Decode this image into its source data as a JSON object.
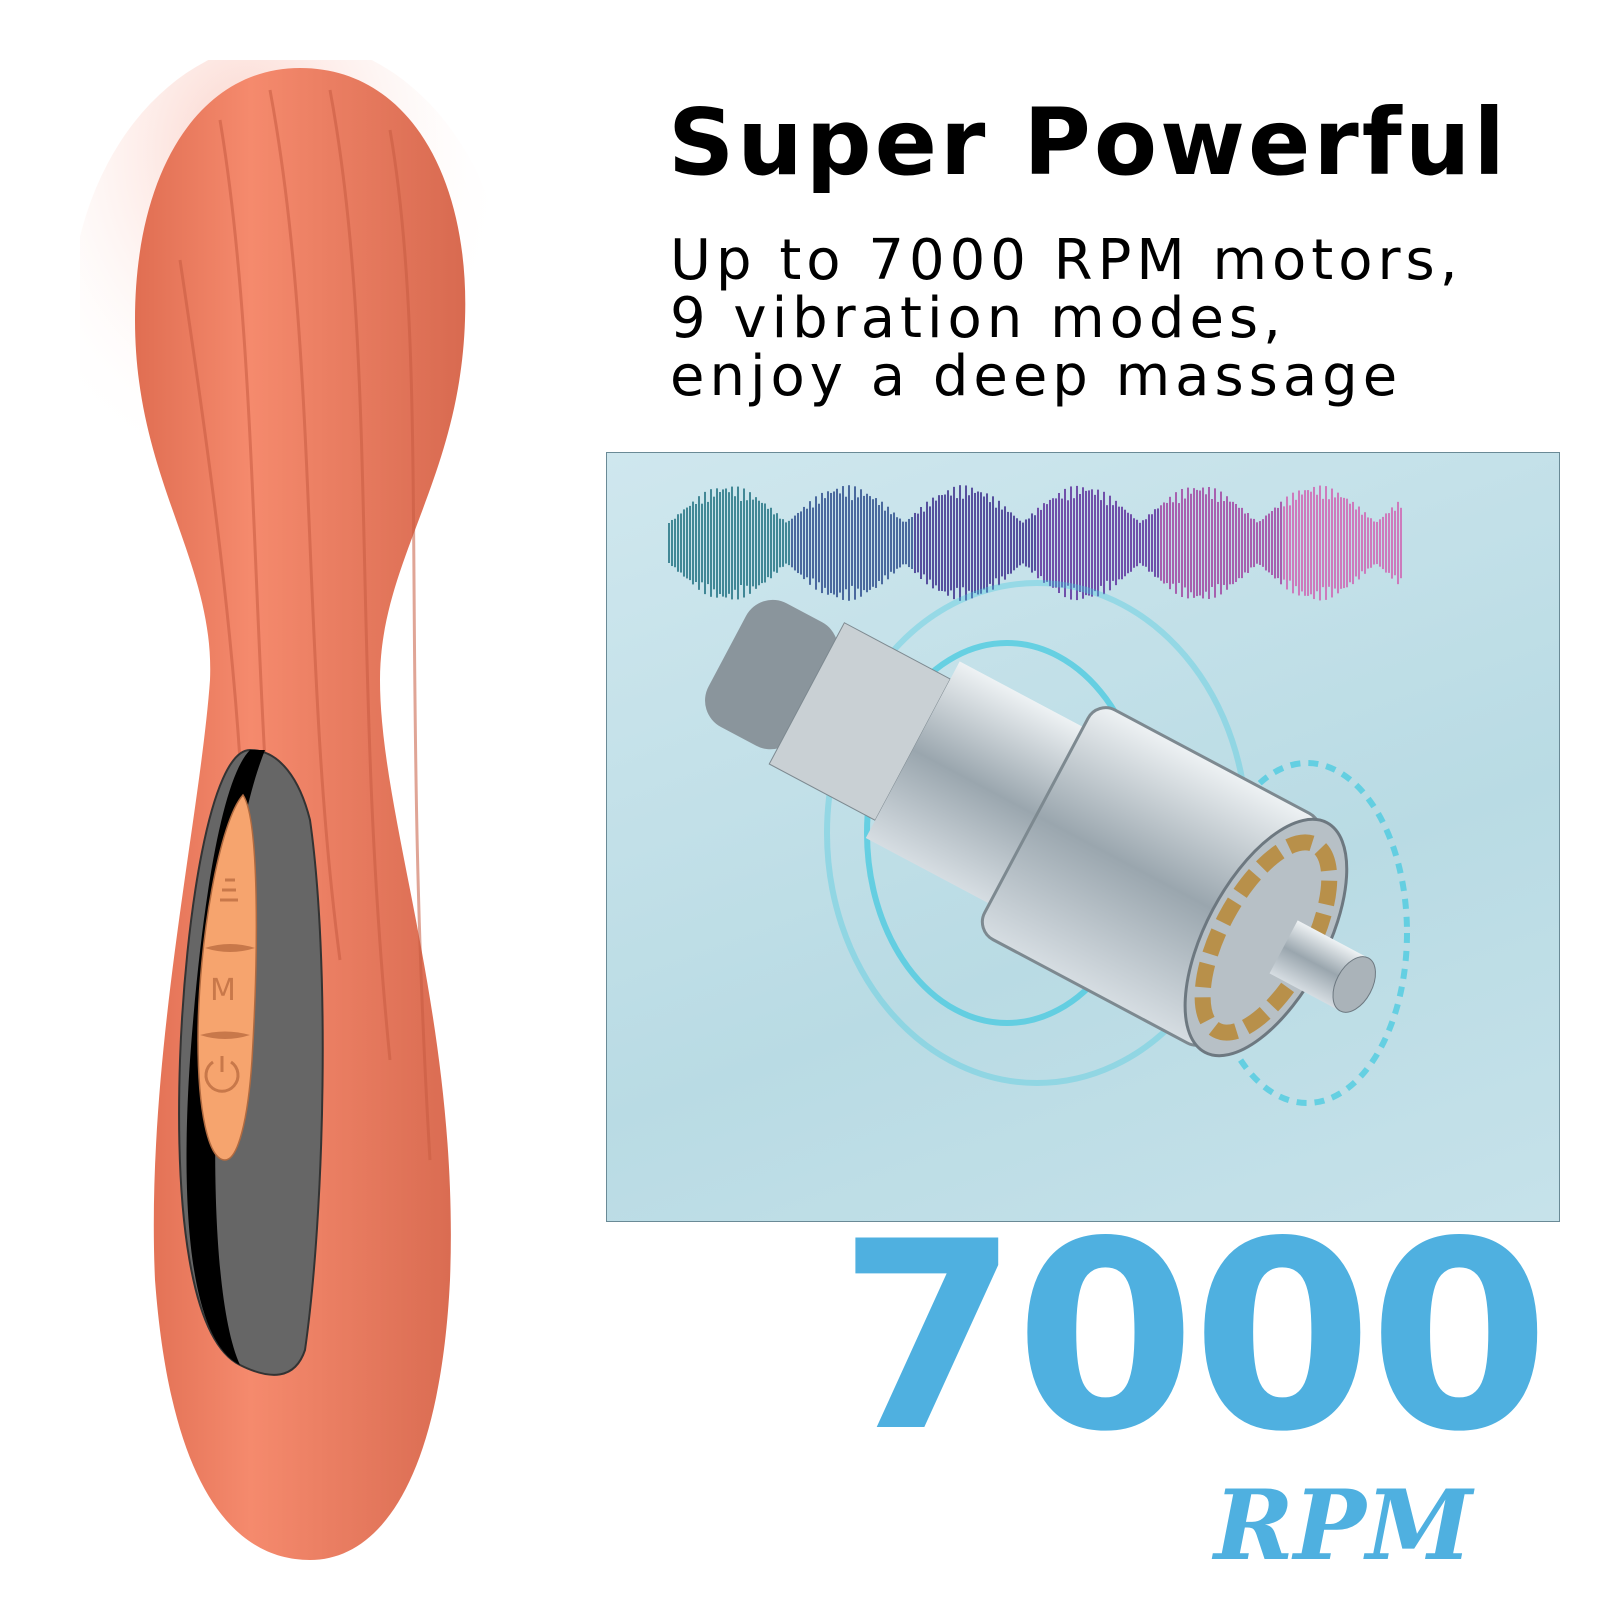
{
  "headline": "Super Powerful",
  "description_lines": [
    "Up to 7000 RPM motors,",
    "9 vibration modes,",
    "enjoy a deep massage"
  ],
  "speed": {
    "value": "7000",
    "unit": "RPM"
  },
  "device_buttons": {
    "mode_label": "M"
  },
  "colors": {
    "accent": "#4fb0e0",
    "device_body": "#f08466",
    "button_strip": "#f6a46e"
  }
}
